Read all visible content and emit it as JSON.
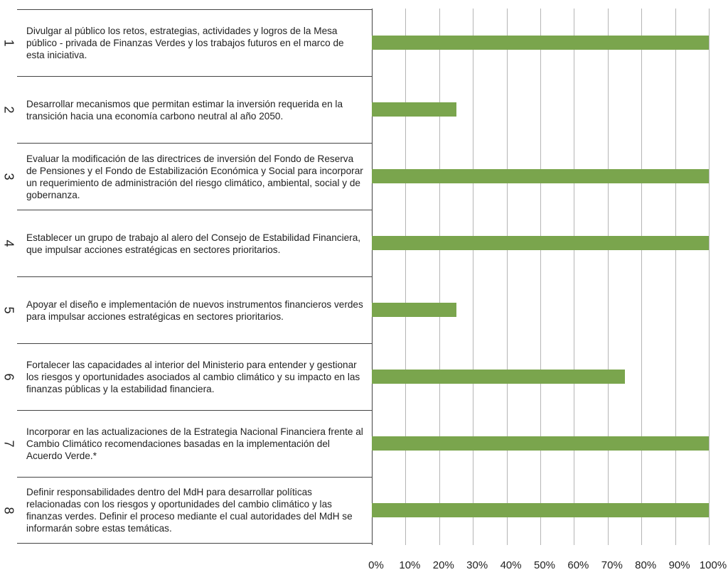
{
  "colors": {
    "bar": "#7aa54d",
    "grid": "#b5b5b5",
    "axis": "#444444"
  },
  "chart_data": {
    "type": "bar",
    "orientation": "horizontal",
    "title": "",
    "xlabel": "",
    "ylabel": "",
    "xlim": [
      0,
      100
    ],
    "grid": true,
    "legend": "none",
    "x_ticks": [
      "0%",
      "10%",
      "20%",
      "30%",
      "40%",
      "50%",
      "60%",
      "70%",
      "80%",
      "90%",
      "100%"
    ],
    "categories": [
      {
        "id": "1",
        "text": "Divulgar al público los retos, estrategias, actividades y logros de la Mesa público - privada de Finanzas Verdes y los trabajos futuros en el marco de esta iniciativa."
      },
      {
        "id": "2",
        "text": "Desarrollar mecanismos que permitan estimar la inversión requerida en la transición hacia una economía carbono neutral al año 2050."
      },
      {
        "id": "3",
        "text": "Evaluar la modificación de las directrices de inversión del Fondo de Reserva de Pensiones y el Fondo de Estabilización Económica y Social para incorporar un requerimiento de administración del riesgo climático, ambiental, social y de gobernanza."
      },
      {
        "id": "4",
        "text": "Establecer un grupo de trabajo al alero del Consejo de Estabilidad Financiera, que impulsar acciones estratégicas en sectores prioritarios."
      },
      {
        "id": "5",
        "text": "Apoyar el diseño e implementación de nuevos instrumentos financieros verdes para impulsar acciones estratégicas en sectores prioritarios."
      },
      {
        "id": "6",
        "text": "Fortalecer las capacidades al interior del Ministerio para entender y gestionar los riesgos y oportunidades asociados al cambio climático y su impacto en las finanzas públicas y la estabilidad financiera."
      },
      {
        "id": "7",
        "text": "Incorporar en las actualizaciones de la Estrategia Nacional Financiera frente al Cambio Climático recomendaciones basadas en la implementación del Acuerdo Verde.*"
      },
      {
        "id": "8",
        "text": "Definir responsabilidades dentro del MdH para desarrollar políticas relacionadas con los riesgos y oportunidades del cambio climático y las finanzas verdes. Definir el proceso mediante el cual autoridades del MdH se informarán sobre estas temáticas."
      }
    ],
    "values": [
      100,
      25,
      100,
      100,
      25,
      75,
      100,
      100
    ]
  }
}
